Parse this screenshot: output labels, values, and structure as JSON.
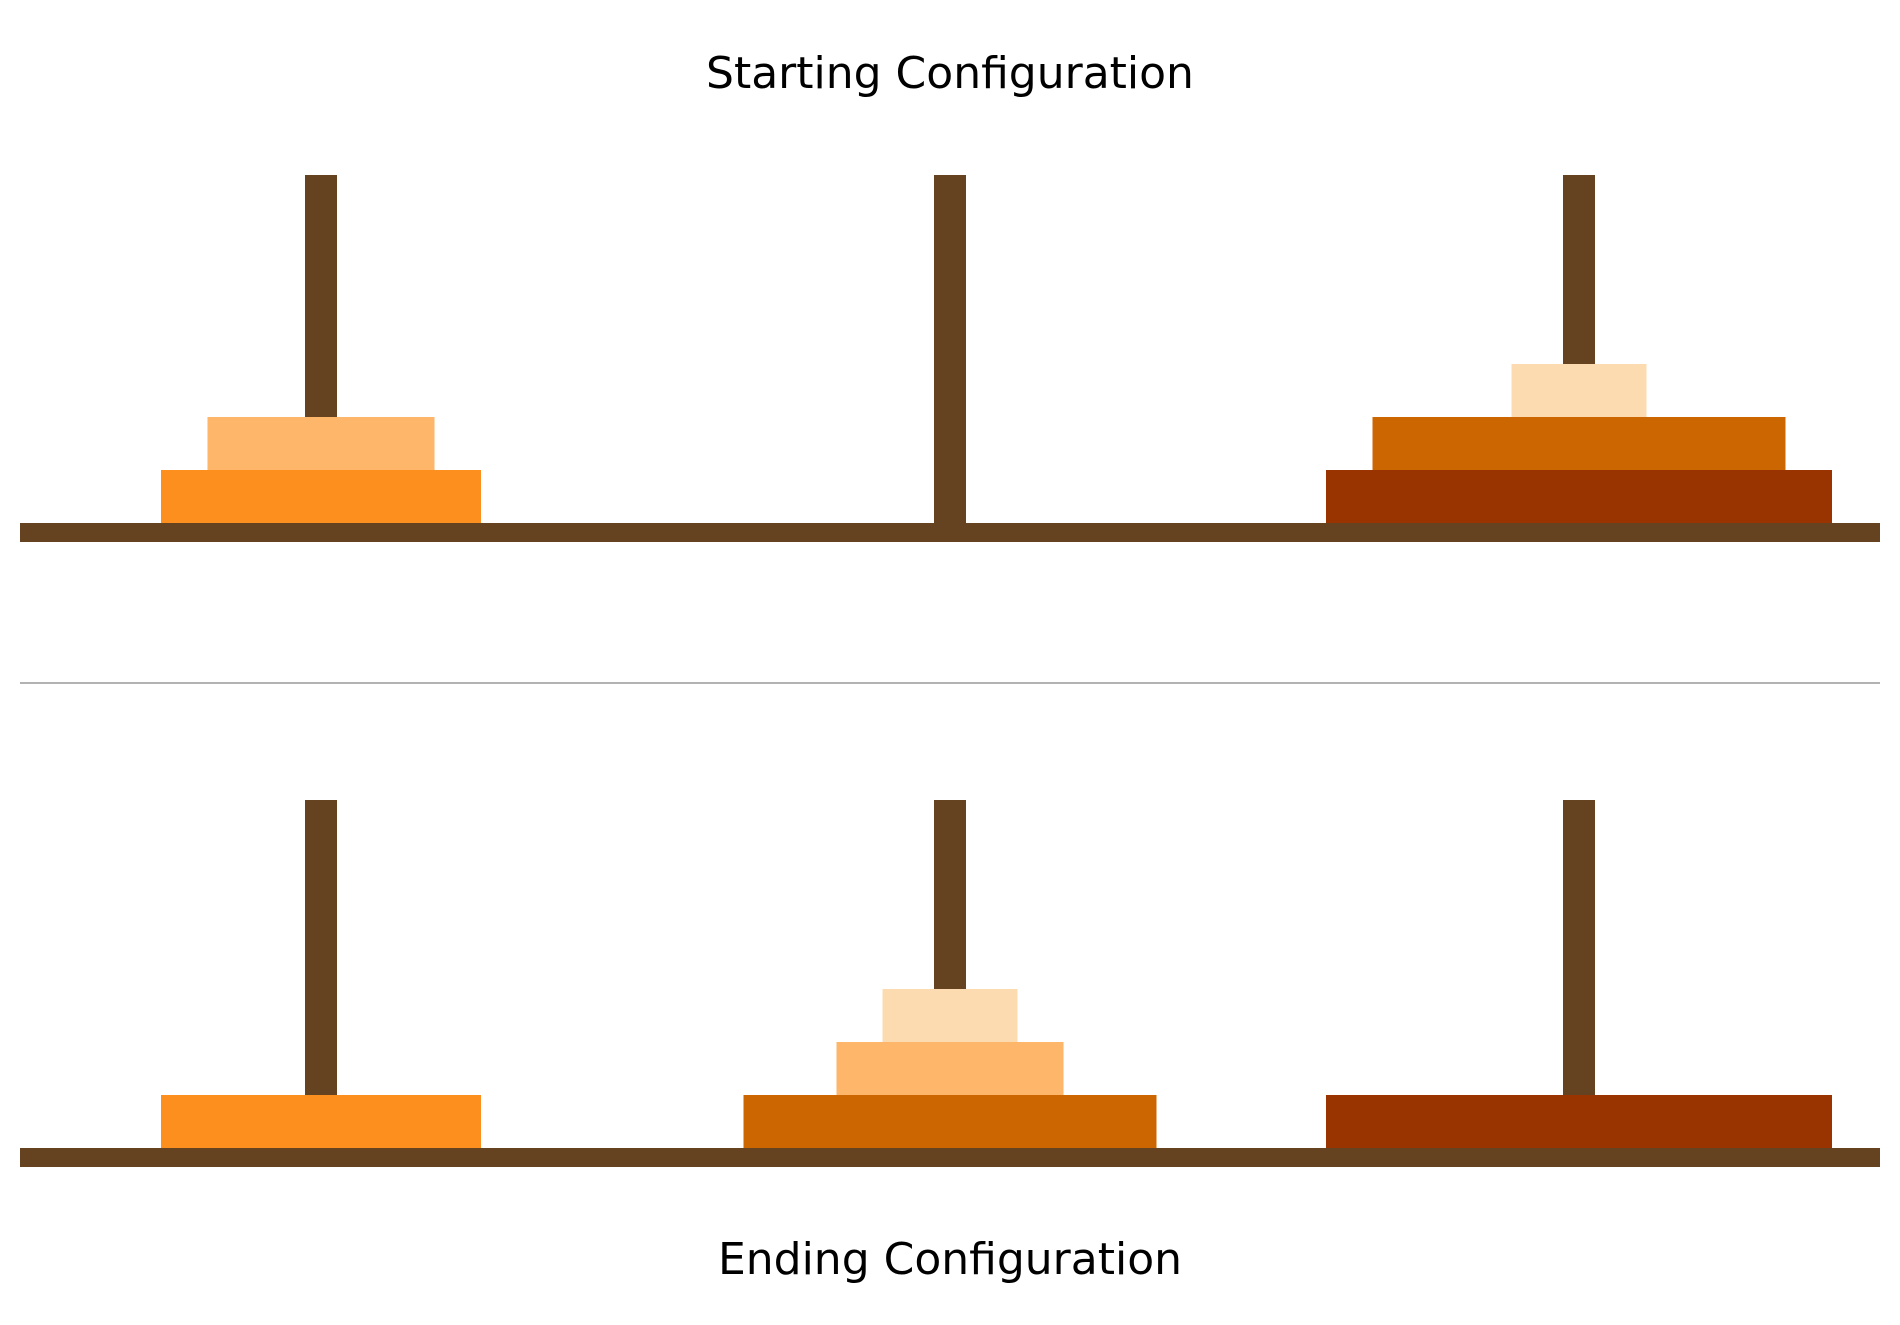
{
  "top_caption": "Starting Configuration",
  "bottom_caption": "Ending Configuration",
  "colors": {
    "wood": "#654321",
    "separator": "#999999",
    "disk_sizes": {
      "1": "#FDDBB0",
      "2": "#FDB66A",
      "3": "#FD8F1E",
      "4": "#CC6600",
      "5": "#993300"
    }
  },
  "configurations": [
    {
      "name": "starting",
      "pegs": [
        {
          "disks": [
            3,
            2
          ]
        },
        {
          "disks": []
        },
        {
          "disks": [
            5,
            4,
            1
          ]
        }
      ]
    },
    {
      "name": "ending",
      "pegs": [
        {
          "disks": [
            3
          ]
        },
        {
          "disks": [
            4,
            2,
            1
          ]
        },
        {
          "disks": [
            5
          ]
        }
      ]
    }
  ]
}
